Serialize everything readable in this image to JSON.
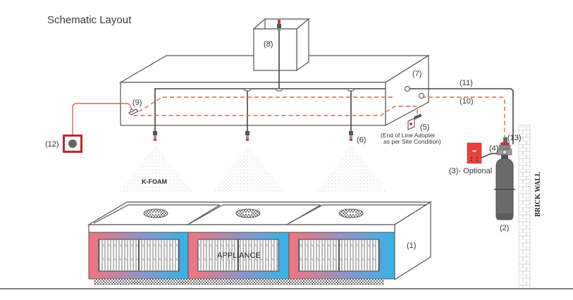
{
  "title": "Schematic Layout",
  "labels": {
    "appliance_cabinet": "(1)",
    "cylinder": "(2)",
    "control_panel": "(3)- Optional",
    "valve": "(4)",
    "end_of_line": "(5)",
    "end_of_line_note_1": "(End of Line Adopter",
    "end_of_line_note_2": "as per Site Condition)",
    "nozzle": "(6)",
    "hood": "(7)",
    "duct": "(8)",
    "detector": "(9)",
    "detection_line": "(10)",
    "discharge_pipe": "(11)",
    "manual_pull": "(12)",
    "actuator": "(13)",
    "agent": "K-FOAM",
    "appliance": "APPLIANCE",
    "wall": "BRICK WALL"
  },
  "colors": {
    "detection_line": "#e2634f",
    "manual_station": "#c0262a",
    "control_panel": "#e8403e",
    "cylinder": "#6b6b6b",
    "cabinet_hot": "#f2747c",
    "cabinet_cold": "#35b2e6"
  },
  "nozzle_count": 3,
  "burner_count": 3
}
